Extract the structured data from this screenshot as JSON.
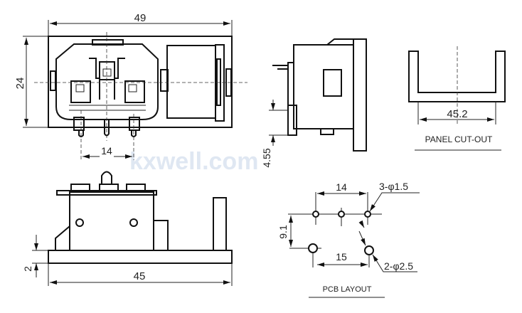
{
  "watermark": "kxwell.com",
  "front_view": {
    "width_dim": "49",
    "height_dim": "24",
    "pin_pitch_dim": "14"
  },
  "side_view": {
    "pin_length_dim": "4.55"
  },
  "panel_cutout": {
    "width_dim": "45.2",
    "label": "PANEL CUT-OUT"
  },
  "bottom_view": {
    "width_dim": "45",
    "flange_dim": "2"
  },
  "pcb_layout": {
    "label": "PCB LAYOUT",
    "small_hole_pitch": "14",
    "small_hole_note": "3-φ1.5",
    "row_spacing": "9.1",
    "large_hole_pitch": "15",
    "large_hole_note": "2-φ2.5"
  }
}
